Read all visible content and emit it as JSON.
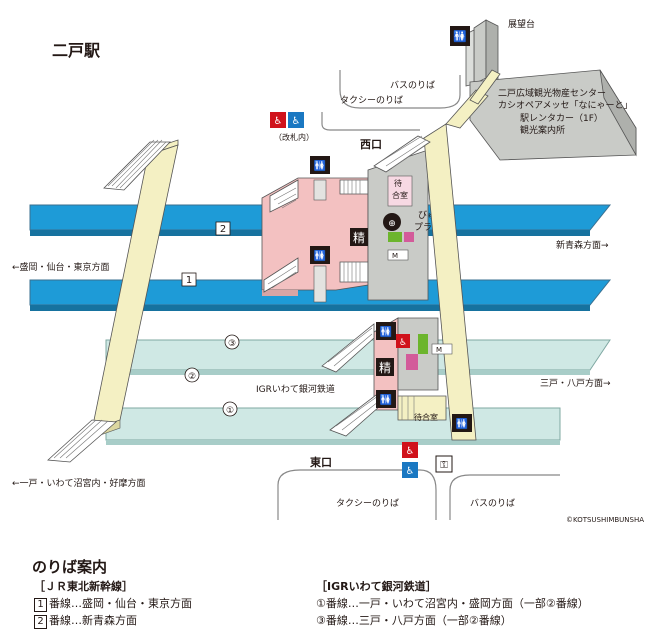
{
  "station_name": "二戸駅",
  "labels": {
    "observatory": "展望台",
    "bus_stop_north": "バスのりば",
    "taxi_stop_north": "タクシーのりば",
    "tourism_center_1": "二戸広域観光物産センター",
    "tourism_center_2": "カシオペアメッセ「なにゃーと」",
    "rent_a_car": "駅レンタカー（1F）",
    "tourist_info": "観光案内所",
    "inside_gates": "（改札内）",
    "west_exit": "西口",
    "waiting_room_upper": "待合室",
    "view_plaza": "びゅう\nプラザ",
    "seisan": "精",
    "dir_morioka": "←盛岡・仙台・東京方面",
    "dir_shin_aomori": "新青森方面→",
    "dir_sannohe": "三戸・八戸方面→",
    "dir_ichinohe": "←一戸・いわて沼宮内・好摩方面",
    "igr_label": "IGRいわて銀河鉄道",
    "waiting_room_lower": "待合室",
    "east_exit": "東口",
    "taxi_stop_south": "タクシーのりば",
    "bus_stop_south": "バスのりば",
    "copyright": "©KOTSUSHIMBUNSHA"
  },
  "tracks": [
    {
      "id": "shinkansen-2",
      "number": "2",
      "style": "box"
    },
    {
      "id": "shinkansen-1",
      "number": "1",
      "style": "box"
    },
    {
      "id": "igr-3",
      "number": "③",
      "style": "circle"
    },
    {
      "id": "igr-2",
      "number": "②",
      "style": "circle"
    },
    {
      "id": "igr-1",
      "number": "①",
      "style": "circle"
    }
  ],
  "legend": {
    "title": "のりば案内",
    "jr": {
      "header": "［ＪＲ東北新幹線］",
      "lines": [
        {
          "num": "1",
          "text": "番線…盛岡・仙台・東京方面"
        },
        {
          "num": "2",
          "text": "番線…新青森方面"
        }
      ]
    },
    "igr": {
      "header": "［IGRいわて銀河鉄道］",
      "lines": [
        {
          "text": "①番線…一戸・いわて沼宮内・盛岡方面（一部②番線）"
        },
        {
          "text": "③番線…三戸・八戸方面（一部②番線）"
        }
      ]
    }
  },
  "colors": {
    "shinkansen_track": "#1e9bd7",
    "igr_track": "#cfe8e4",
    "concourse": "#f3c1c1",
    "walkway": "#f4f0c3",
    "building": "#c9cbc7",
    "toilet_blue": "#1a78c2",
    "toilet_red": "#d0121b",
    "view_plaza_green": "#6cb52d",
    "waiting_pink": "#f7d9e3"
  }
}
